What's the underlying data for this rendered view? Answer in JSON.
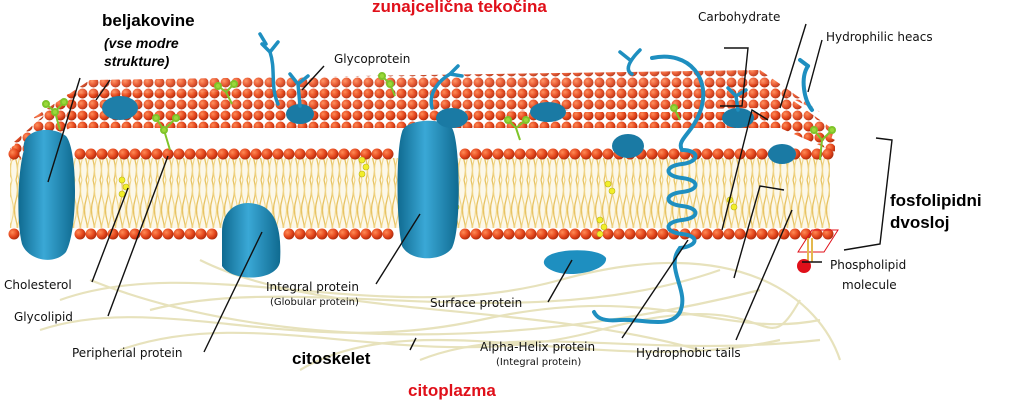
{
  "headings": {
    "outside": "zunajcelična tekočina",
    "inside": "citoplazma",
    "proteins_title": "beljakovine",
    "proteins_note_1": "(vse modre",
    "proteins_note_2": "strukture)",
    "bilayer_1": "fosfolipidni",
    "bilayer_2": "dvosloj",
    "cytoskeleton": "citoskelet"
  },
  "labels": {
    "carbohydrate": "Carbohydrate",
    "hydrophilic_heads": "Hydrophilic heacs",
    "glycoprotein": "Glycoprotein",
    "cholesterol": "Cholesterol",
    "glycolipid": "Glycolipid",
    "peripheral_protein": "Peripherial protein",
    "integral_protein": "Integral protein",
    "globular_protein": "(Globular protein)",
    "surface_protein": "Surface protein",
    "alpha_helix_protein": "Alpha-Helix protein",
    "alpha_helix_note": "(Integral protein)",
    "hydrophobic_tails": "Hydrophobic tails",
    "phospholipid_1": "Phospholipid",
    "phospholipid_2": "molecule"
  },
  "colors": {
    "heads": "#e4461c",
    "heads_dark": "#b8280e",
    "tails": "#e8c060",
    "protein": "#1e8fc0",
    "protein_dark": "#0f6a90",
    "glycolipid": "#9ad83a",
    "cholesterol": "#f2ee2a",
    "cytoskeleton": "#ece8c4",
    "accent_red": "#e0101a"
  }
}
